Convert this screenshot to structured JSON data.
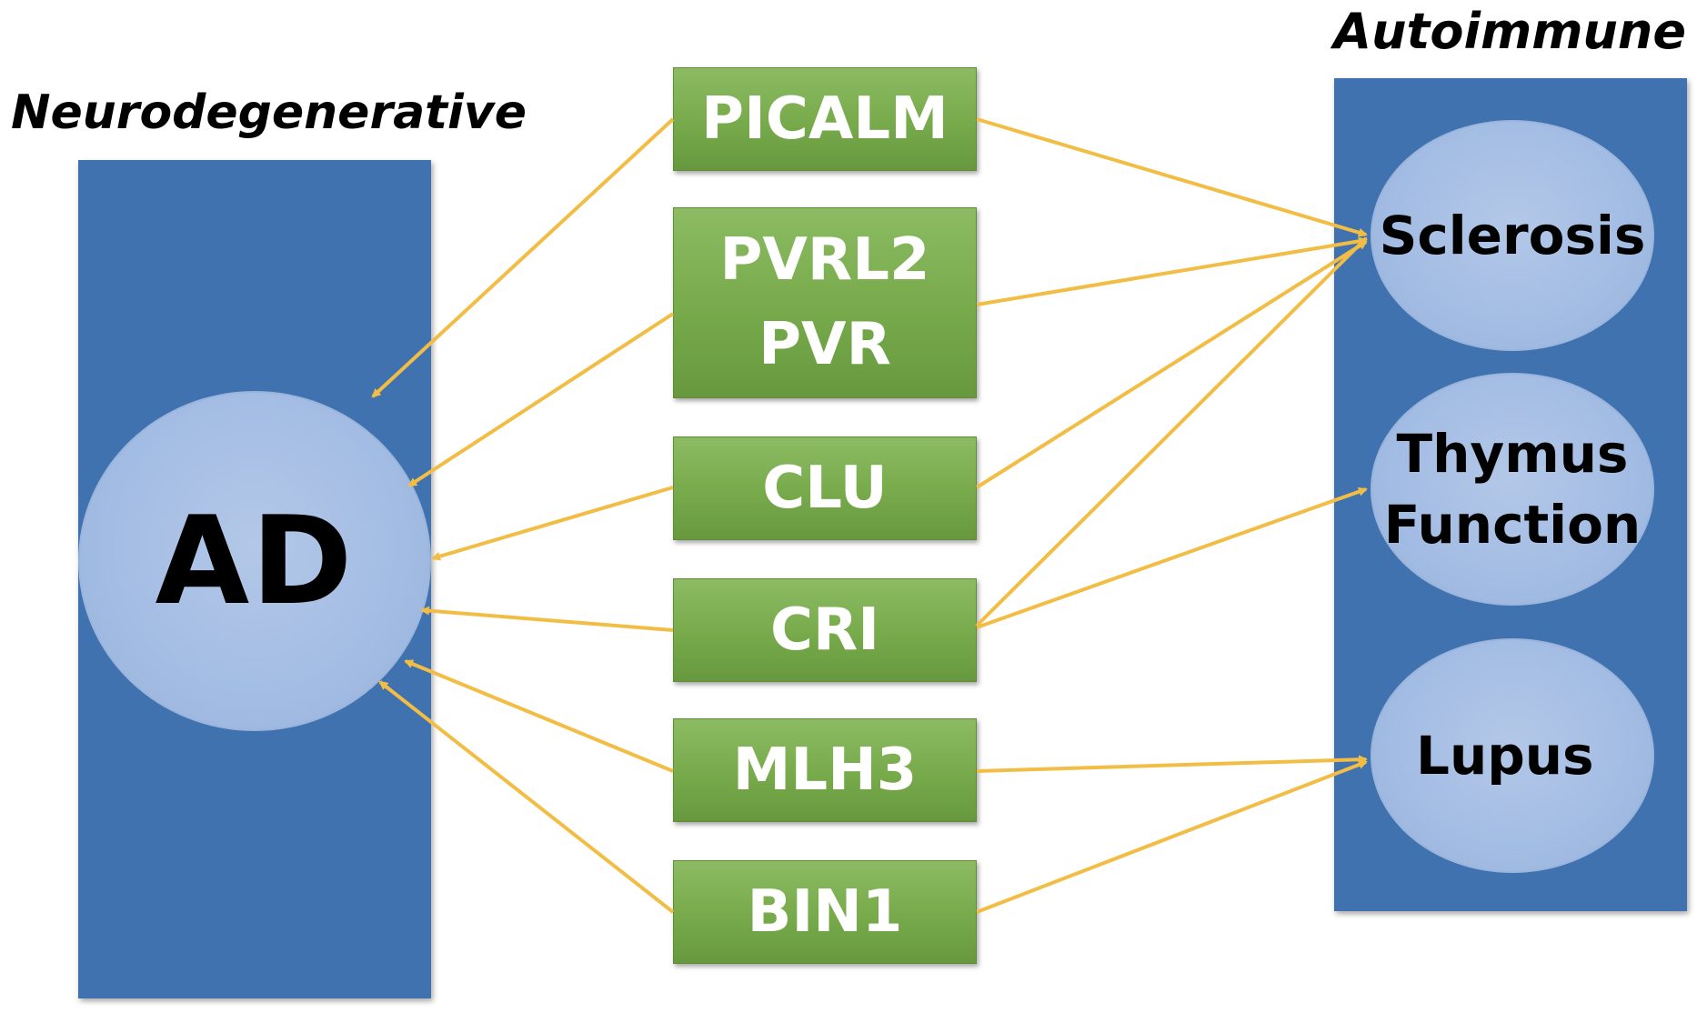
{
  "headings": {
    "left": "Neurodegenerative",
    "right": "Autoimmune"
  },
  "left_panel": {
    "node": "AD"
  },
  "right_panel": {
    "sclerosis": "Sclerosis",
    "thymus_line1": "Thymus",
    "thymus_line2": "Function",
    "lupus": "Lupus"
  },
  "genes": {
    "picalm": "PICALM",
    "pvrl2_line1": "PVRL2",
    "pvrl2_line2": "PVR",
    "clu": "CLU",
    "cri": "CRI",
    "mlh3": "MLH3",
    "bin1": "BIN1"
  },
  "colors": {
    "panel": "#4072b0",
    "ellipse": "#a3bce3",
    "gene_box": "#77aa4b",
    "arrow": "#f2bd45"
  }
}
